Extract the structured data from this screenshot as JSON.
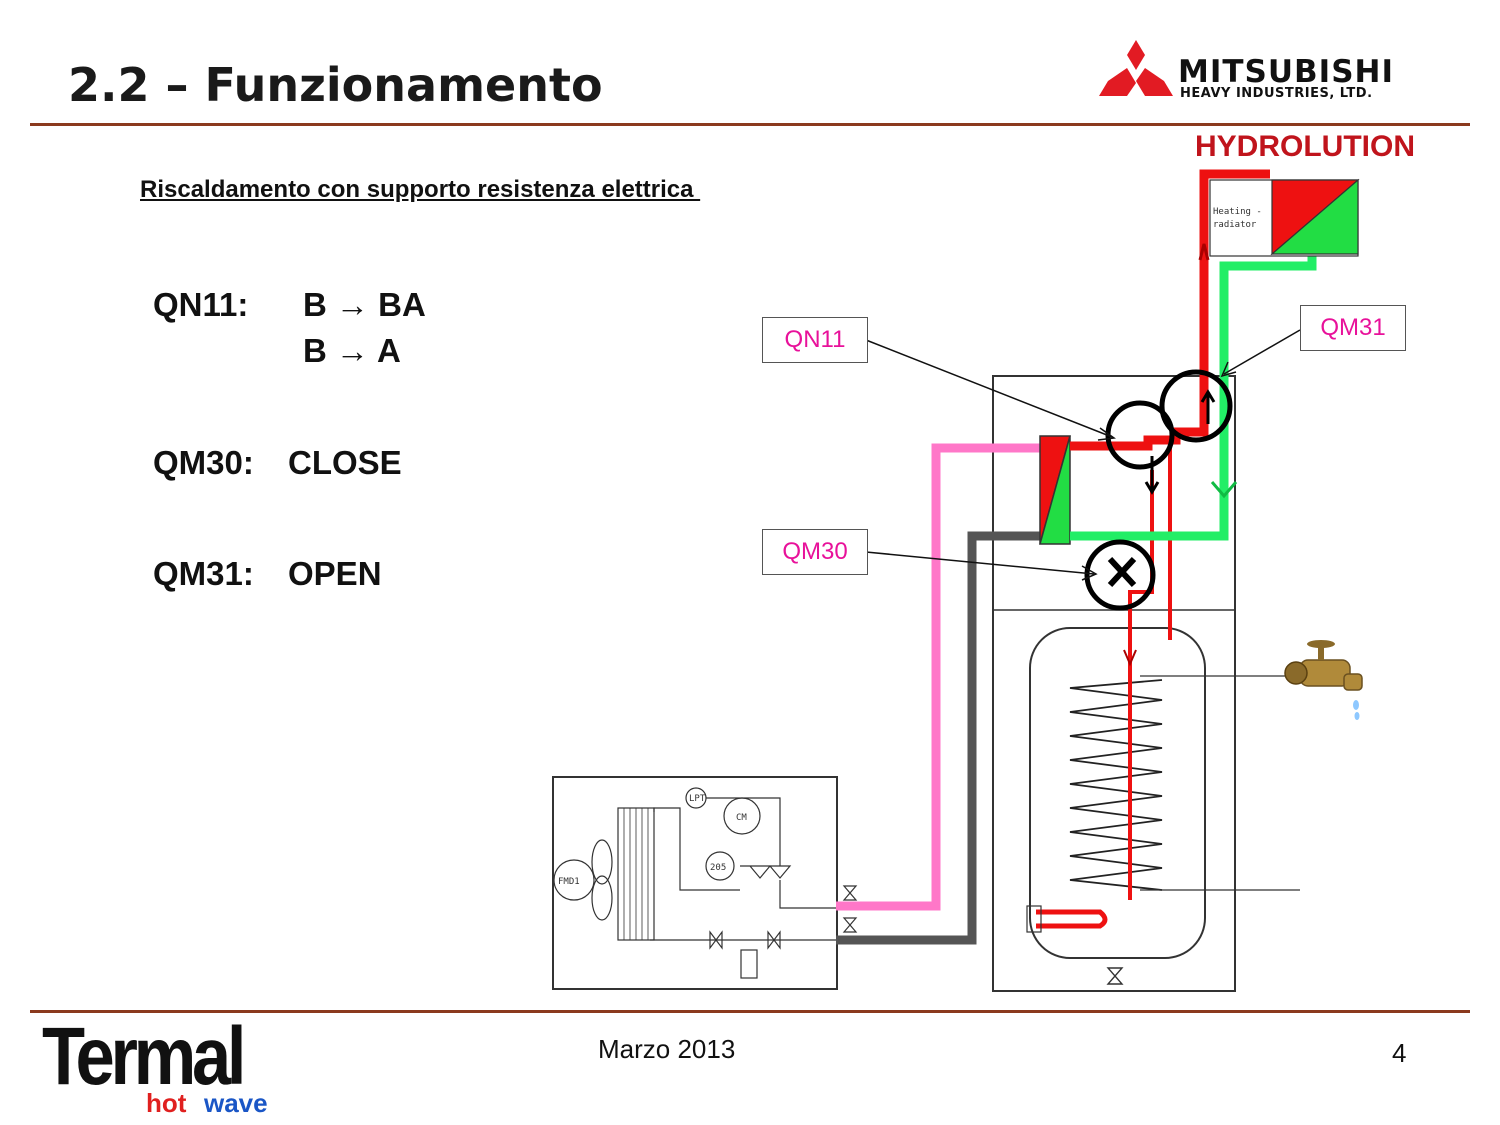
{
  "slide": {
    "title": "2.2 – Funzionamento",
    "subtitle": "Riscaldamento con supporto resistenza elettrica ",
    "product": "HYDROLUTION",
    "date": "Marzo 2013",
    "page_number": "4"
  },
  "valves": {
    "qn11_label": "QN11:",
    "qn11_line1": "B → BA",
    "qn11_line2": "B → A",
    "qm30_label": "QM30:",
    "qm30_state": "CLOSE",
    "qm31_label": "QM31:",
    "qm31_state": "OPEN"
  },
  "callouts": {
    "qn11": "QN11",
    "qm31": "QM31",
    "qm30": "QM30"
  },
  "diagram_labels": {
    "radiator": "Heating - radiator",
    "compressor": "CM",
    "fan": "FMD1",
    "lpt": "LPT",
    "block": "205"
  },
  "logos": {
    "mhi_brand": "MITSUBISHI",
    "mhi_sub": "HEAVY INDUSTRIES, LTD.",
    "termal": "Termal",
    "termal_hot": "hot",
    "termal_wave": "wave"
  },
  "colors": {
    "hot_line": "#ee1111",
    "return_line": "#22ee66",
    "pink_line": "#ff77c8",
    "grey_line": "#555555",
    "brand_red": "#c0141c",
    "callout_text": "#e8119a",
    "rule": "#8b3a1e"
  }
}
